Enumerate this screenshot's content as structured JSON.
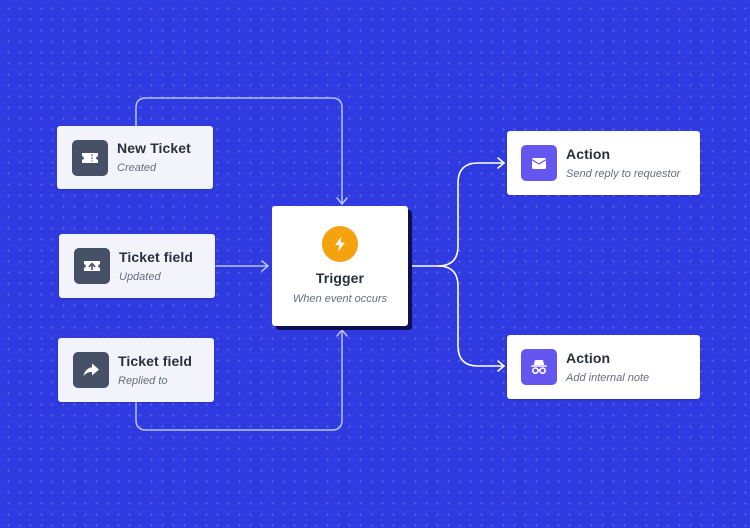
{
  "sources": [
    {
      "title": "New Ticket",
      "subtitle": "Created",
      "icon": "ticket-icon"
    },
    {
      "title": "Ticket field",
      "subtitle": "Updated",
      "icon": "ticket-upload-icon"
    },
    {
      "title": "Ticket field",
      "subtitle": "Replied to",
      "icon": "reply-arrow-icon"
    }
  ],
  "trigger": {
    "title": "Trigger",
    "subtitle": "When event occurs",
    "icon": "lightning-bolt-icon"
  },
  "actions": [
    {
      "title": "Action",
      "subtitle": "Send reply to requestor",
      "icon": "mail-icon"
    },
    {
      "title": "Action",
      "subtitle": "Add internal note",
      "icon": "incognito-icon"
    }
  ],
  "colors": {
    "background": "#2f3be0",
    "trigger_icon": "#f5a20f",
    "action_icon": "#6656f0",
    "source_icon": "#465066"
  }
}
